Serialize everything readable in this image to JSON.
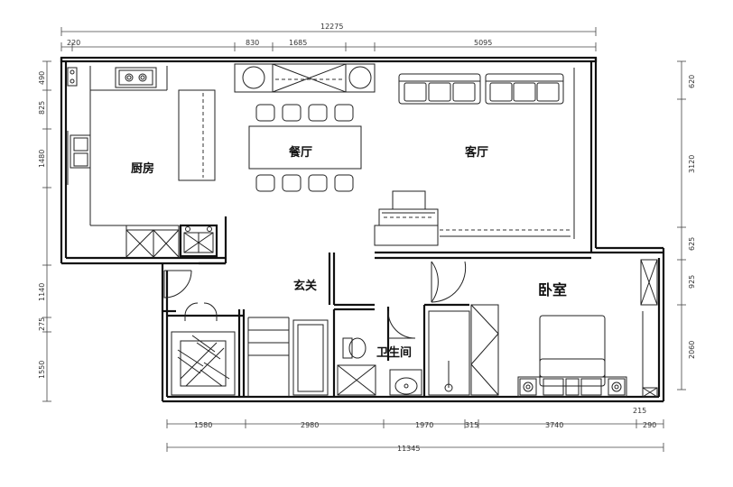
{
  "rooms": {
    "kitchen": "厨房",
    "dining": "餐厅",
    "living": "客厅",
    "entrance": "玄关",
    "bathroom": "卫生间",
    "bedroom": "卧室"
  },
  "dimensions": {
    "top_total": "12275",
    "top_left": "220",
    "top_a": "830",
    "top_b": "1685",
    "top_c": "5095",
    "left_a": "490",
    "left_b": "825",
    "left_c": "1480",
    "left_d": "1140",
    "left_e": "275",
    "left_f": "1550",
    "right_a": "620",
    "right_b": "3120",
    "right_c": "625",
    "right_d": "925",
    "right_e": "2060",
    "right_f": "215",
    "bottom_a": "1580",
    "bottom_b": "2980",
    "bottom_c": "1970",
    "bottom_d": "315",
    "bottom_e": "3740",
    "bottom_f": "290",
    "bottom_total": "11345"
  },
  "colors": {
    "line": "#111111",
    "dim_line": "#444444",
    "background": "#ffffff"
  }
}
